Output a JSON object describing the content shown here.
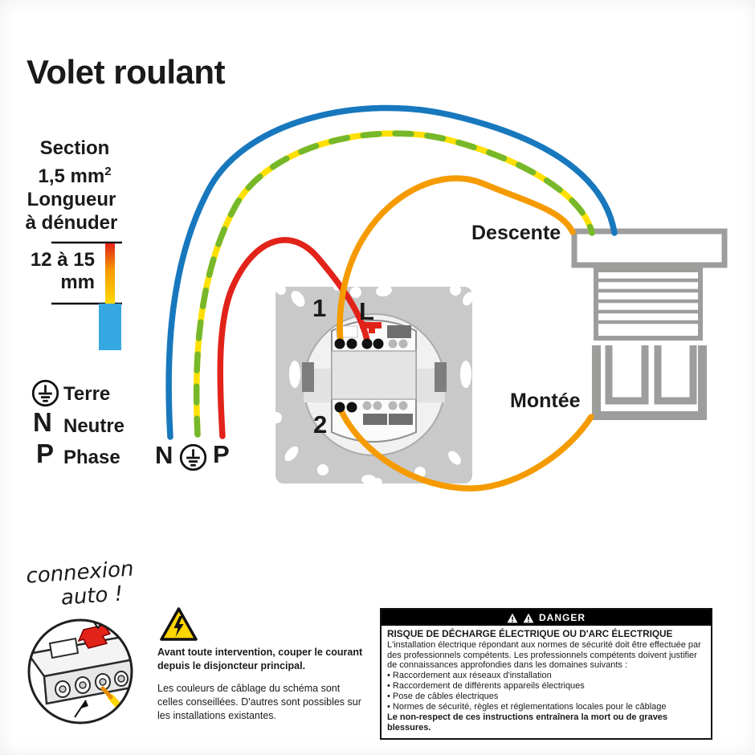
{
  "title": "Volet roulant",
  "specs": {
    "section_label": "Section",
    "section_value": "1,5 mm",
    "section_sup": "2",
    "strip_label_1": "Longueur",
    "strip_label_2": "à dénuder",
    "strip_value_1": "12 à 15",
    "strip_value_2": "mm"
  },
  "legend": {
    "terre": "Terre",
    "n": "N",
    "neutre": "Neutre",
    "p": "P",
    "phase": "Phase"
  },
  "wire_labels": {
    "n": "N",
    "p": "P"
  },
  "switch": {
    "terminal_1": "1",
    "terminal_l": "L",
    "terminal_2": "2"
  },
  "shutter": {
    "down_label": "Descente",
    "up_label": "Montée"
  },
  "connexion_note": {
    "line1": "connexion",
    "line2": "auto !"
  },
  "notes": {
    "cut_power": "Avant toute intervention, couper le courant depuis le disjoncteur principal.",
    "wire_colors": "Les couleurs de câblage du schéma sont celles conseillées. D'autres sont possibles sur les installations existantes."
  },
  "danger": {
    "header": "DANGER",
    "title": "RISQUE DE DÉCHARGE ÉLECTRIQUE OU D'ARC ÉLECTRIQUE",
    "intro": "L'installation électrique répondant aux normes de sécurité doit être effectuée par des professionnels compétents. Les professionnels compétents doivent justifier de connaissances approfondies dans les domaines suivants :",
    "bullets": [
      "Raccordement aux réseaux d'installation",
      "Raccordement de différents appareils électriques",
      "Pose de câbles électriques",
      "Normes de sécurité, règles et réglementations locales pour le câblage"
    ],
    "footer": "Le non-respect de ces instructions entraînera la mort ou de graves blessures."
  },
  "colors": {
    "blue": "#1878BE",
    "light_blue": "#35A8E1",
    "green": "#76B82A",
    "yellow": "#FFE000",
    "red": "#E2231A",
    "orange": "#F59B00",
    "gray": "#9D9D9C",
    "plate_gray": "#C9C9CA",
    "warning_yellow": "#FFD500",
    "danger_bg": "#000000"
  }
}
